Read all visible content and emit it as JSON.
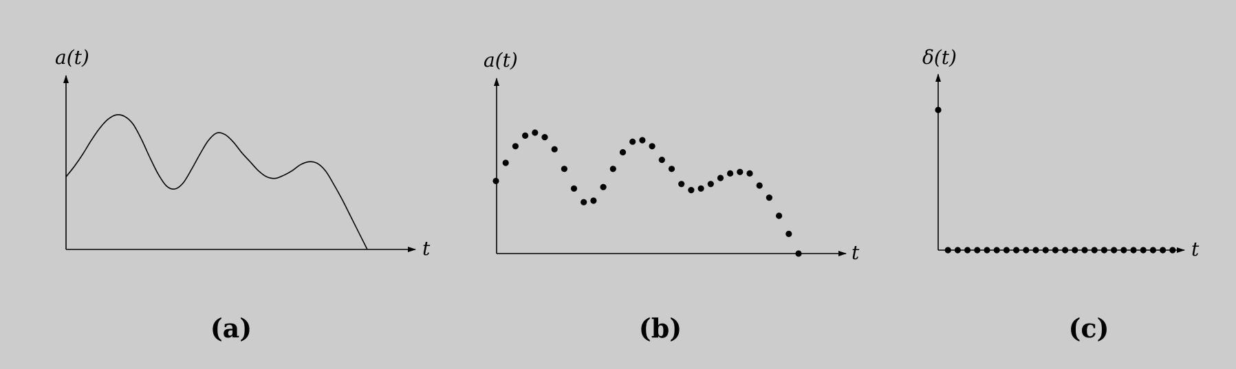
{
  "panels": [
    {
      "caption": "(a)",
      "y_label": "a(t)",
      "x_label": "t",
      "style": "continuous",
      "samples": [
        0.48,
        0.55,
        0.63,
        0.72,
        0.8,
        0.86,
        0.89,
        0.88,
        0.83,
        0.73,
        0.61,
        0.5,
        0.42,
        0.4,
        0.44,
        0.53,
        0.63,
        0.72,
        0.77,
        0.76,
        0.71,
        0.64,
        0.58,
        0.52,
        0.48,
        0.47,
        0.49,
        0.52,
        0.56,
        0.58,
        0.57,
        0.52,
        0.43,
        0.33,
        0.22,
        0.11,
        0.0
      ]
    },
    {
      "caption": "(b)",
      "y_label": "a(t)",
      "x_label": "t",
      "style": "sampled",
      "samples": [
        0.48,
        0.6,
        0.71,
        0.78,
        0.8,
        0.77,
        0.69,
        0.56,
        0.43,
        0.34,
        0.35,
        0.44,
        0.56,
        0.67,
        0.74,
        0.75,
        0.71,
        0.62,
        0.56,
        0.46,
        0.42,
        0.43,
        0.46,
        0.5,
        0.53,
        0.54,
        0.53,
        0.45,
        0.37,
        0.25,
        0.13,
        0.0
      ]
    },
    {
      "caption": "(c)",
      "y_label": "δ(t)",
      "x_label": "t",
      "style": "impulse",
      "samples": [
        0.85,
        0,
        0,
        0,
        0,
        0,
        0,
        0,
        0,
        0,
        0,
        0,
        0,
        0,
        0,
        0,
        0,
        0,
        0,
        0,
        0,
        0,
        0,
        0,
        0
      ]
    }
  ]
}
